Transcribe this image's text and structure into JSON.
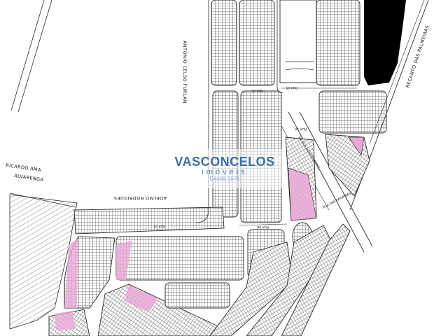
{
  "colors": {
    "background": "#ffffff",
    "lines": "#2a2a2a",
    "green_area": "#e9a8d6",
    "lake": "#000000",
    "hatch": "#555555",
    "watermark": "#3d6fa6"
  },
  "streets": {
    "antonio_celso": "ANTONIO CELSO FURLAN",
    "ricardo_ama": "RICARDO AMA",
    "alvarenga": "ALVARENGA",
    "adelmo": "ADELMO RODRIGUES",
    "recanto": "RECANTO DAS PALMEIRAS",
    "rua_05": "RUA 05",
    "rua_06": "RUA 06",
    "rua_07": "RUA 07",
    "rua_08": "RUA 08",
    "rua_10": "RUA 10",
    "diag_a": "AV. DOS BANDEIRANTES",
    "diag_b": "RUA DAS PAINEIRAS"
  },
  "watermark": {
    "name": "VASCONCELOS",
    "sub": "imóveis",
    "since": "Desde 1976"
  }
}
